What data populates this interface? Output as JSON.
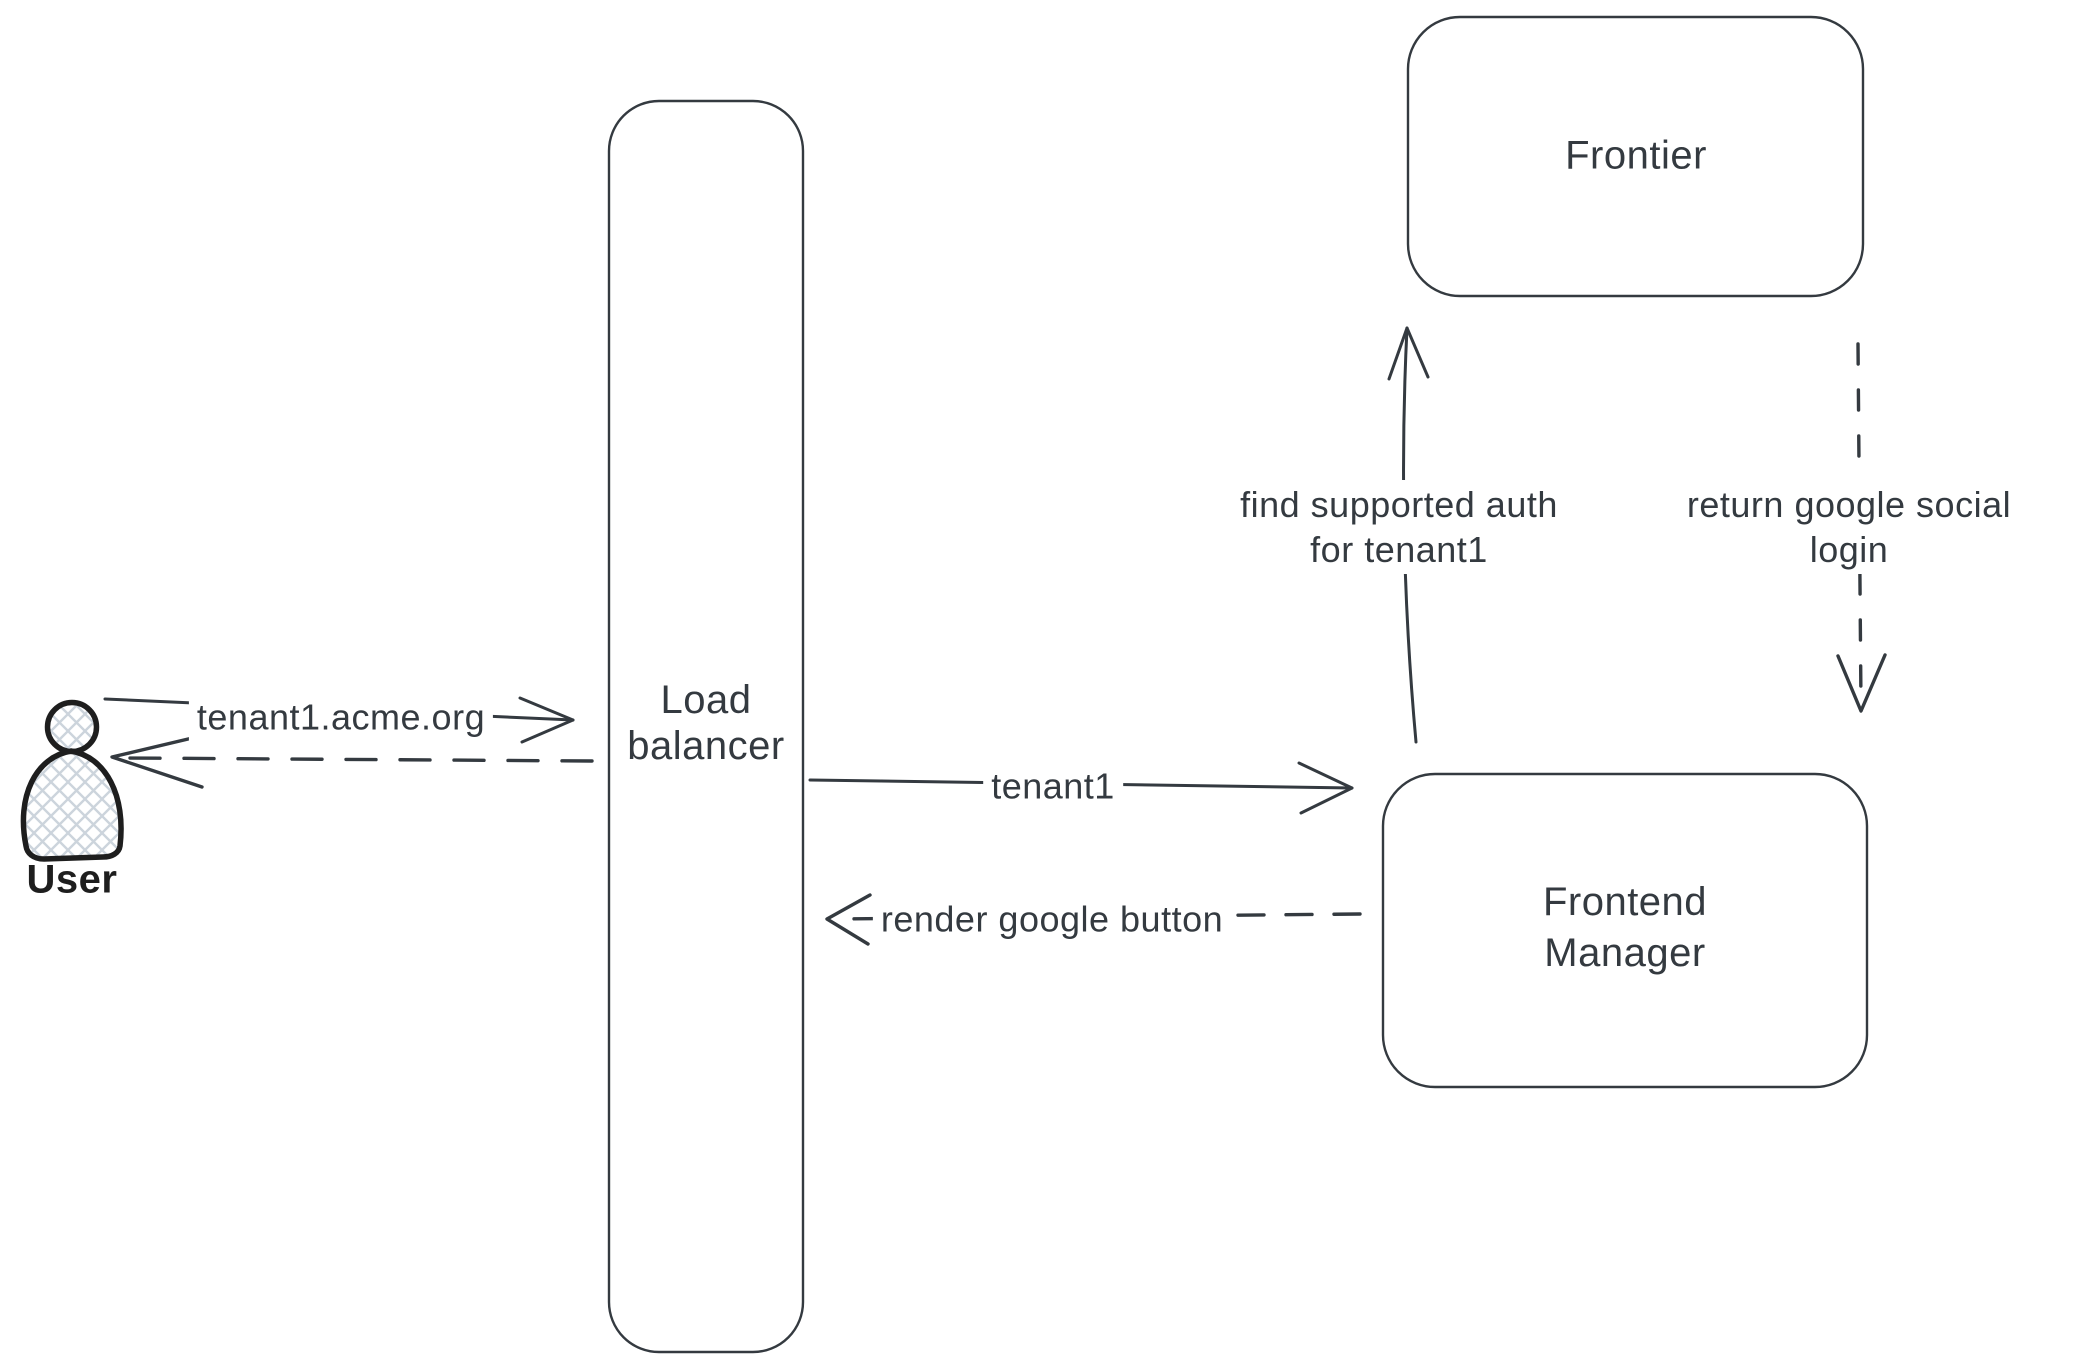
{
  "diagram": {
    "background_color": "#ffffff",
    "stroke_color": "#343a40",
    "icon_outline_color": "#1e1e1e",
    "hatch_fill_color": "#ccd4dc"
  },
  "nodes": {
    "user": {
      "label": "User"
    },
    "load_balancer": {
      "line1": "Load",
      "line2": "balancer"
    },
    "frontier": {
      "label": "Frontier"
    },
    "frontend_manager": {
      "line1": "Frontend",
      "line2": "Manager"
    }
  },
  "edges": {
    "user_to_lb": {
      "label": "tenant1.acme.org",
      "style": "solid",
      "direction": "right"
    },
    "lb_to_user": {
      "label": "",
      "style": "dashed",
      "direction": "left"
    },
    "lb_to_fm": {
      "label": "tenant1",
      "style": "solid",
      "direction": "right"
    },
    "fm_to_lb": {
      "label": "render google button",
      "style": "dashed",
      "direction": "left"
    },
    "fm_to_frontier": {
      "line1": "find supported auth",
      "line2": "for tenant1",
      "style": "solid",
      "direction": "up"
    },
    "frontier_to_fm": {
      "line1": "return google social",
      "line2": "login",
      "style": "dashed",
      "direction": "down"
    }
  }
}
